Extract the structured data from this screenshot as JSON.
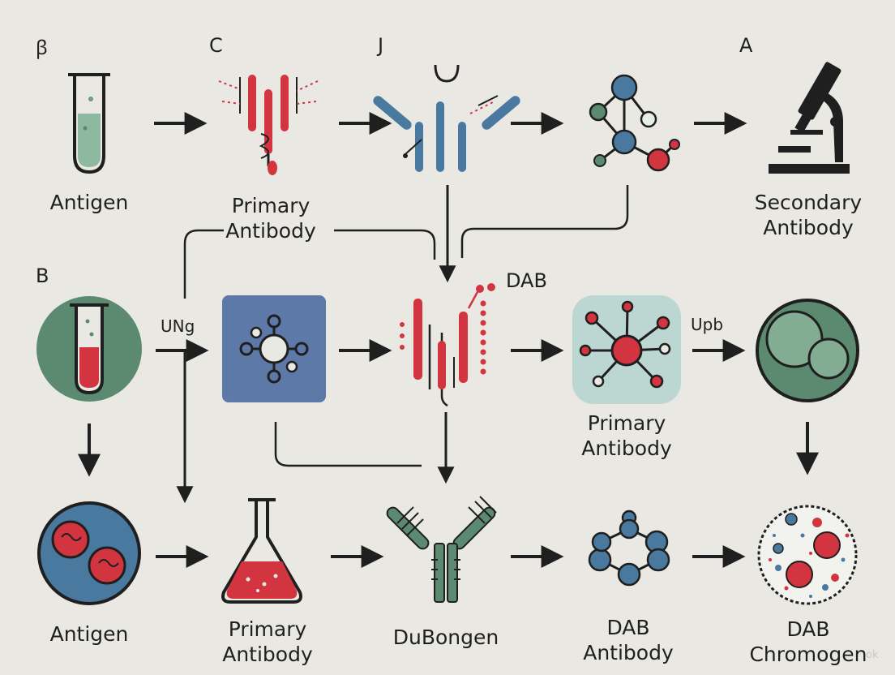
{
  "panel_letters": {
    "top_left": "ꞵ",
    "c": "C",
    "j": "J",
    "a": "A",
    "b": "B"
  },
  "labels": {
    "antigen_top": "Antigen",
    "primary_antibody_top": "Primary\nAntibody",
    "secondary_antibody": "Secondary\nAntibody",
    "dab_mid": "DAB",
    "ung": "UNg",
    "upb": "Upb",
    "primary_antibody_mid": "Primary\nAntibody",
    "antigen_bottom": "Antigen",
    "primary_antibody_bottom": "Primary\nAntibody",
    "dubongen": "DuBongen",
    "dab_antibody": "DAB\nAntibody",
    "dab_chromogen": "DAB\nChromogen"
  },
  "watermark": "ok",
  "colors": {
    "background": "#e9e8e3",
    "red": "#d2353f",
    "blue": "#4a79a0",
    "green": "#5c8a70",
    "dark": "#1f1f1f",
    "panel_blue": "#5d79a8",
    "panel_teal": "#bcd6d2"
  }
}
